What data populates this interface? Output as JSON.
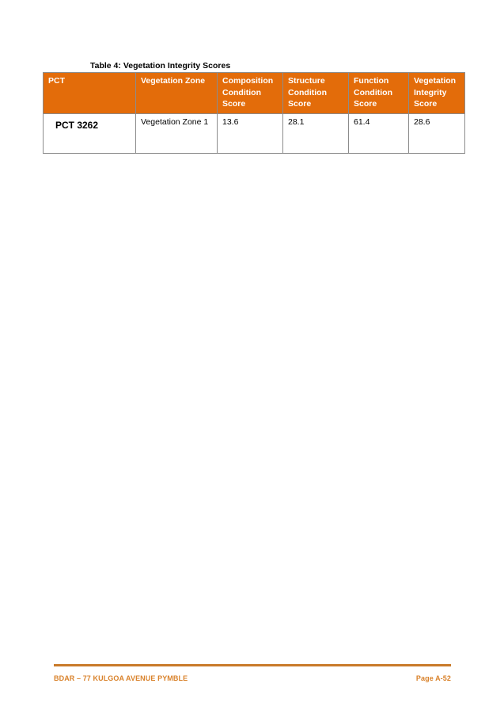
{
  "table": {
    "caption": "Table 4: Vegetation Integrity Scores",
    "headers": [
      "PCT",
      "Vegetation Zone",
      "Composition Condition Score",
      "Structure Condition Score",
      "Function Condition Score",
      "Vegetation Integrity Score"
    ],
    "rows": [
      [
        "PCT 3262",
        "Vegetation Zone 1",
        "13.6",
        "28.1",
        "61.4",
        "28.6"
      ]
    ]
  },
  "footer": {
    "left": "BDAR – 77 KULGOA AVENUE PYMBLE",
    "right": "Page A-52"
  },
  "colors": {
    "header_fill": "#e36c0a",
    "footer_text": "#d9822b",
    "footer_rule": "#c97a2a"
  }
}
